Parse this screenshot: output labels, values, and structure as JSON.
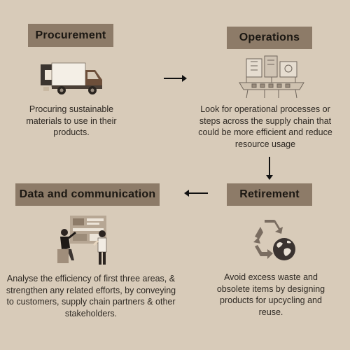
{
  "stages": {
    "procurement": {
      "title": "Procurement",
      "description": "Procuring sustainable materials to use in their products.",
      "icon": "delivery-truck-icon"
    },
    "operations": {
      "title": "Operations",
      "description": "Look for operational processes or steps across the supply chain that could be more efficient and reduce resource usage",
      "icon": "factory-machine-icon"
    },
    "retirement": {
      "title": "Retirement",
      "description": "Avoid excess waste and obsolete items by designing products for upcycling and reuse.",
      "icon": "recycle-globe-icon"
    },
    "data_communication": {
      "title": "Data and communication",
      "description": "Analyse the efficiency of first three areas, & strengthen any related efforts, by conveying to customers, supply chain partners & other stakeholders.",
      "icon": "people-dashboard-icon"
    }
  },
  "colors": {
    "background": "#d8cbb9",
    "label_box": "#8d7b68",
    "text": "#2f2a24",
    "arrow": "#111111"
  }
}
